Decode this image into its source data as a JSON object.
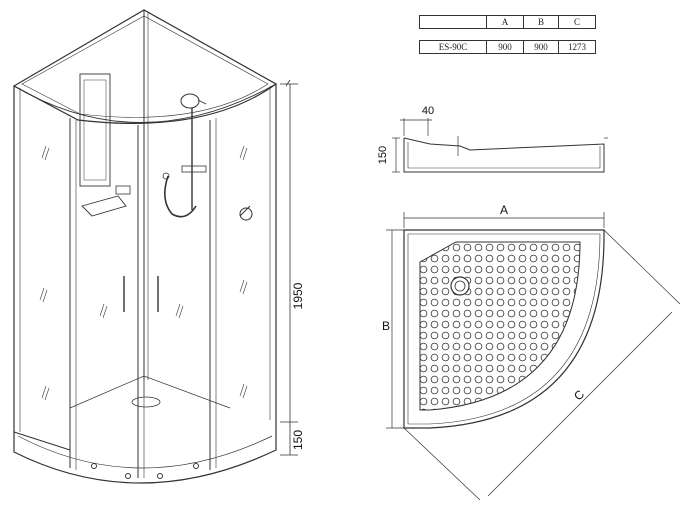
{
  "spec_table": {
    "headers": [
      "",
      "A",
      "B",
      "C"
    ],
    "row": [
      "ES-90C",
      "900",
      "900",
      "1273"
    ]
  },
  "dimensions": {
    "height_total": "1950",
    "tray_height": "150",
    "profile_height": "150",
    "profile_lip": "40",
    "tray_width_label": "A",
    "tray_depth_label": "B",
    "tray_diagonal_label": "C"
  },
  "colors": {
    "line": "#333333",
    "background": "#ffffff"
  }
}
